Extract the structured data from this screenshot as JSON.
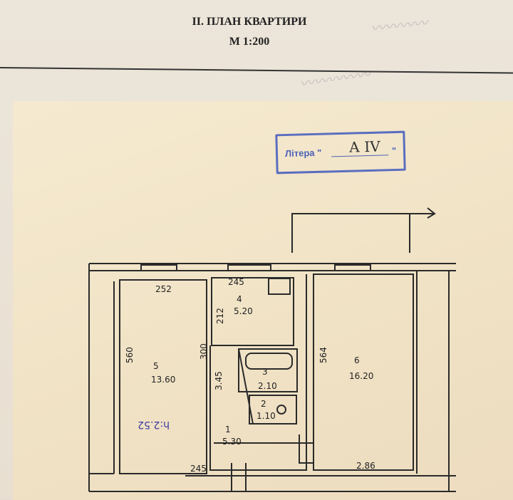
{
  "header": {
    "title": "II. ПЛАН КВАРТИРИ",
    "scale": "М 1:200"
  },
  "stamp": {
    "label": "Літера \"",
    "value": "А IV",
    "close_quote": "\""
  },
  "plan": {
    "rooms": [
      {
        "number": "5",
        "area": "13.60",
        "width": "252",
        "length": "560",
        "height": "h:2.52"
      },
      {
        "number": "4",
        "area": "5.20",
        "width": "245",
        "length": "212"
      },
      {
        "number": "3",
        "area": "2.10"
      },
      {
        "number": "2",
        "area": "1.10"
      },
      {
        "number": "1",
        "area": "5.30",
        "width": "245",
        "length": "300",
        "side": "3.45"
      },
      {
        "number": "6",
        "area": "16.20",
        "width": "2.86",
        "length": "564"
      }
    ]
  }
}
